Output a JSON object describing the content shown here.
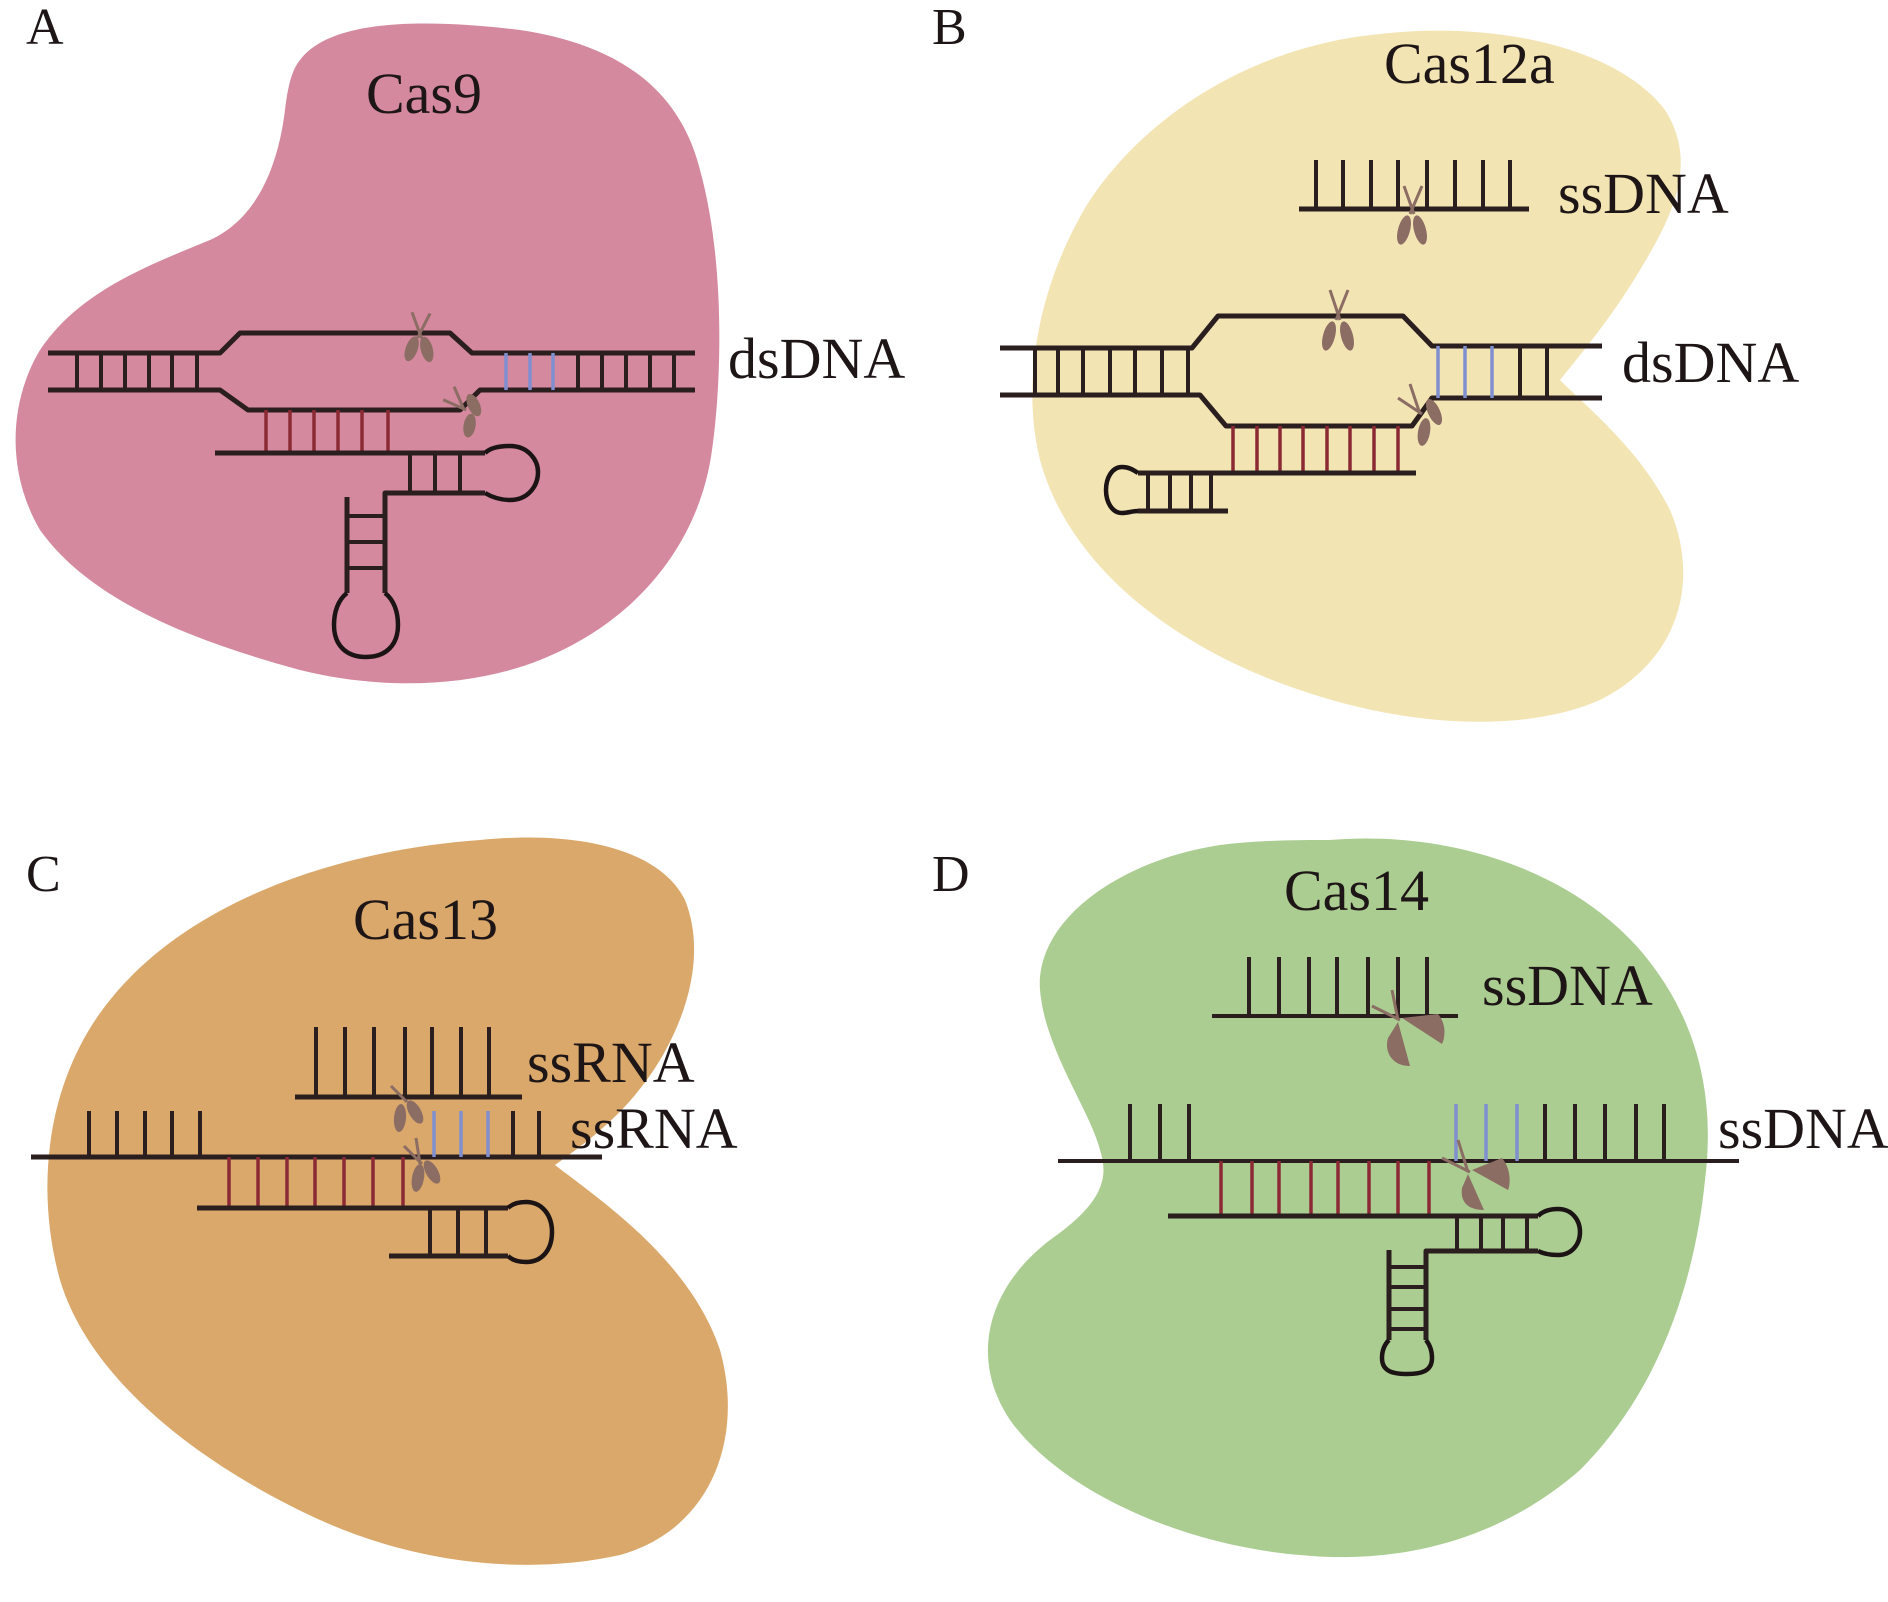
{
  "figure": {
    "panels": [
      {
        "letter": "A",
        "protein": "Cas9",
        "protein_color": "#D4899E",
        "target_label": "dsDNA",
        "collateral_label": null
      },
      {
        "letter": "B",
        "protein": "Cas12a",
        "protein_color": "#F3E4B4",
        "target_label": "dsDNA",
        "collateral_label": "ssDNA"
      },
      {
        "letter": "C",
        "protein": "Cas13",
        "protein_color": "#DAA86A",
        "target_label": "ssRNA",
        "collateral_label": "ssRNA"
      },
      {
        "letter": "D",
        "protein": "Cas14",
        "protein_color": "#ABCD91",
        "target_label": "ssDNA",
        "collateral_label": "ssDNA"
      }
    ],
    "colors": {
      "strand": "#2B1E1E",
      "guide_pairing": "#8B2A35",
      "pam_pairing": "#7F8FD0",
      "scissors": "#8B6D64"
    }
  }
}
